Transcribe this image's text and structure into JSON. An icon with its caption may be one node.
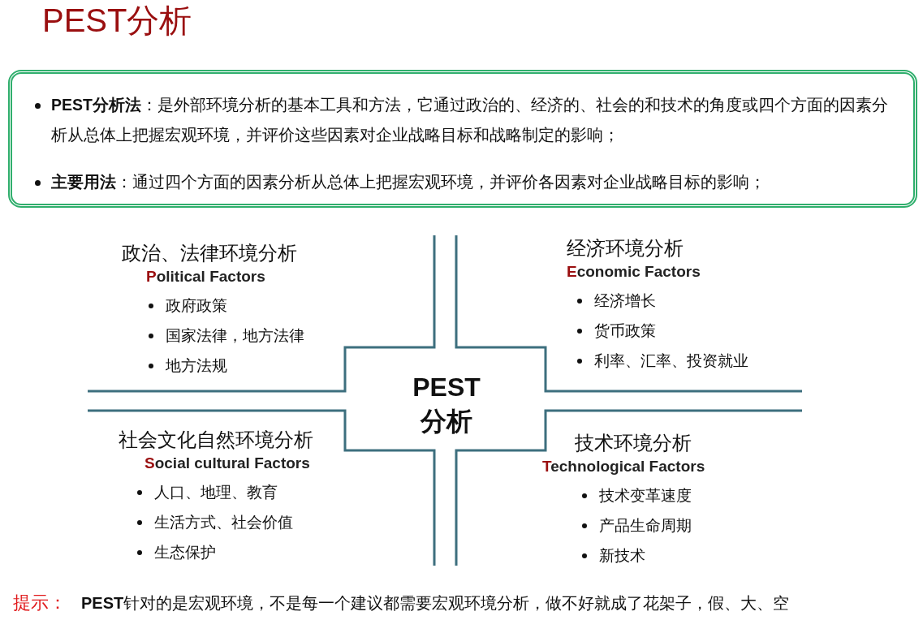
{
  "diagram": {
    "title": "PEST分析",
    "nodes": [
      {
        "text": [
          "**PEST分析法**：是外部环境分析的基本工具和方法，它通过政治的、经济的、社会的和技术的角度或四个方面的因素分析从总体上把握宏观环境，并评价这些因素对企业战略目标和战略制定的影响；",
          "**主要用法**：通过四个方面的因素分析从总体上把握宏观环境，并评价各因素对企业战略目标的影响；"
        ]
      },
      {
        "text": [
          "PEST 分析"
        ]
      },
      {
        "text": [
          "政治、法律环境分析",
          "Political Factors",
          "政府政策",
          "国家法律，地方法律",
          "地方法规"
        ]
      },
      {
        "text": [
          "经济环境分析",
          "Economic Factors",
          "经济增长",
          "货币政策",
          "利率、汇率、投资就业"
        ]
      },
      {
        "text": [
          "社会文化自然环境分析",
          "Social cultural Factors",
          "人口、地理、教育",
          "生活方式、社会价值",
          "生态保护"
        ]
      },
      {
        "text": [
          "技术环境分析",
          "Technological Factors",
          "技术变革速度",
          "产品生命周期",
          "新技术"
        ]
      }
    ],
    "edges": [],
    "labels": [
      "提示：",
      "**PEST**针对的是宏观环境，不是每一个建议都需要宏观环境分析，做不好就成了花架子，假、大、空"
    ]
  }
}
